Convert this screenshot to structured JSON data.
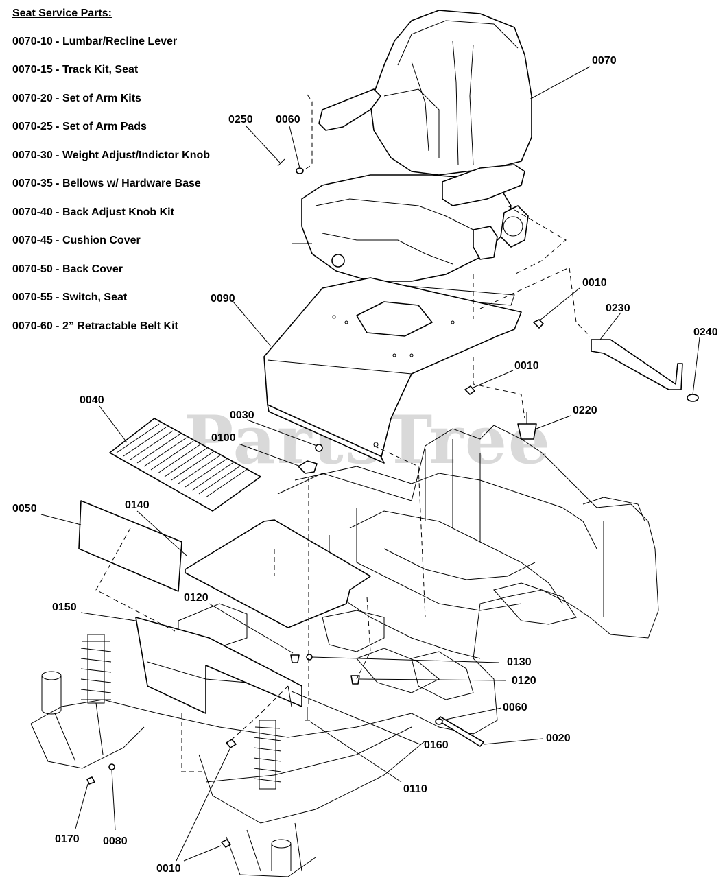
{
  "service_parts": {
    "title": "Seat Service Parts:",
    "items": [
      "0070-10 - Lumbar/Recline Lever",
      "0070-15 - Track Kit, Seat",
      "0070-20 - Set of Arm Kits",
      "0070-25 - Set of Arm Pads",
      "0070-30 - Weight Adjust/Indictor Knob",
      "0070-35 - Bellows w/ Hardware Base",
      "0070-40 - Back Adjust Knob Kit",
      "0070-45 - Cushion Cover",
      "0070-50 - Back Cover",
      "0070-55 - Switch, Seat",
      "0070-60 - 2” Retractable Belt Kit"
    ]
  },
  "watermark": "PartsTree",
  "callouts": {
    "c0070": "0070",
    "c0250": "0250",
    "c0060a": "0060",
    "c0010a": "0010",
    "c0090": "0090",
    "c0230": "0230",
    "c0240": "0240",
    "c0010b": "0010",
    "c0040": "0040",
    "c0030": "0030",
    "c0220": "0220",
    "c0100": "0100",
    "c0050": "0050",
    "c0140": "0140",
    "c0150": "0150",
    "c0120a": "0120",
    "c0130": "0130",
    "c0120b": "0120",
    "c0060b": "0060",
    "c0020": "0020",
    "c0160": "0160",
    "c0110": "0110",
    "c0170": "0170",
    "c0080": "0080",
    "c0010c": "0010"
  }
}
